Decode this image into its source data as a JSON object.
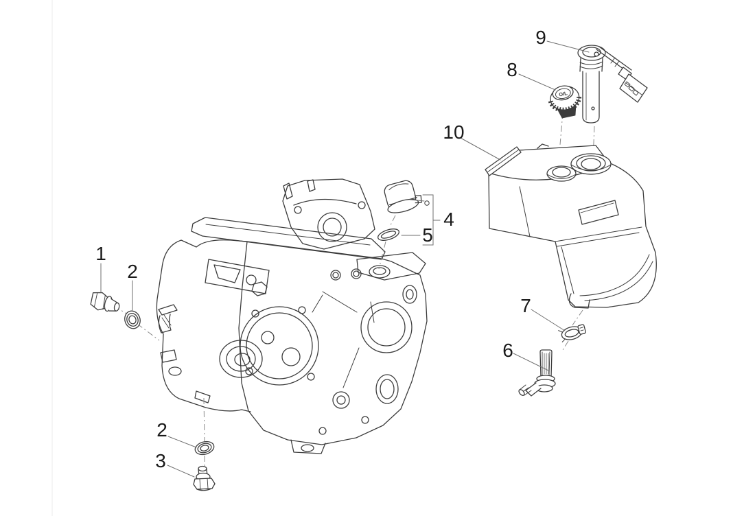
{
  "diagram": {
    "background_color": "#ffffff",
    "line_color": "#3c3c3c",
    "leader_color": "#6e6e6e",
    "callout_color": "#1a1a1a",
    "cap_label": "OIL",
    "callouts": [
      {
        "number": "1",
        "part": "hex-flange-bolt"
      },
      {
        "number": "2",
        "part": "sealing-washer-upper"
      },
      {
        "number": "4",
        "part": "breather-cap"
      },
      {
        "number": "5",
        "part": "o-ring-gasket"
      },
      {
        "number": "10",
        "part": "oil-tank"
      },
      {
        "number": "8",
        "part": "oil-filler-cap"
      },
      {
        "number": "9",
        "part": "oil-level-sensor"
      },
      {
        "number": "7",
        "part": "hose-clamp"
      },
      {
        "number": "6",
        "part": "oil-outlet-fitting"
      },
      {
        "number": "2",
        "part": "sealing-washer-lower"
      },
      {
        "number": "3",
        "part": "oil-drain-plug"
      }
    ]
  }
}
